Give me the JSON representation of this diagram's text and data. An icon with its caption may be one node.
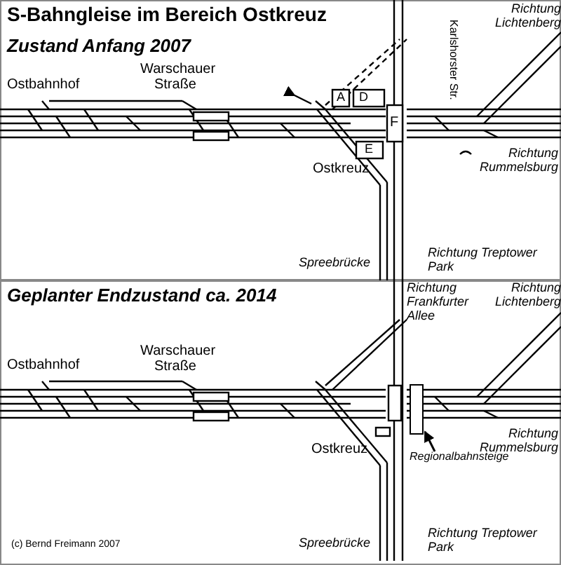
{
  "diagram": {
    "title": "S-Bahngleise im Bereich Ostkreuz",
    "nodes": [
      {
        "text": [
          "Regionalbahnsteige"
        ]
      },
      {
        "text": [],
        "shape": "bar"
      }
    ],
    "edges": [
      {
        "from": 0,
        "to": 1,
        "arrow": "to"
      }
    ],
    "labels": [
      "Zustand Anfang 2007",
      "Richtung Lichtenberg",
      "Karlshorster Str.",
      "Ostbahnhof",
      "Warschauer Straße",
      "A",
      "D",
      "F",
      "E",
      "Richtung Rummelsburg",
      "Ostkreuz",
      "Spreebrücke",
      "Richtung Treptower Park",
      "Geplanter Endzustand ca. 2014",
      "Richtung Frankfurter Allee",
      "Richtung Lichtenberg",
      "Ostbahnhof",
      "Warschauer Straße",
      "Richtung Rummelsburg",
      "Ostkreuz",
      "Spreebrücke",
      "Richtung Treptower Park",
      "(c) Bernd Freimann 2007"
    ]
  }
}
